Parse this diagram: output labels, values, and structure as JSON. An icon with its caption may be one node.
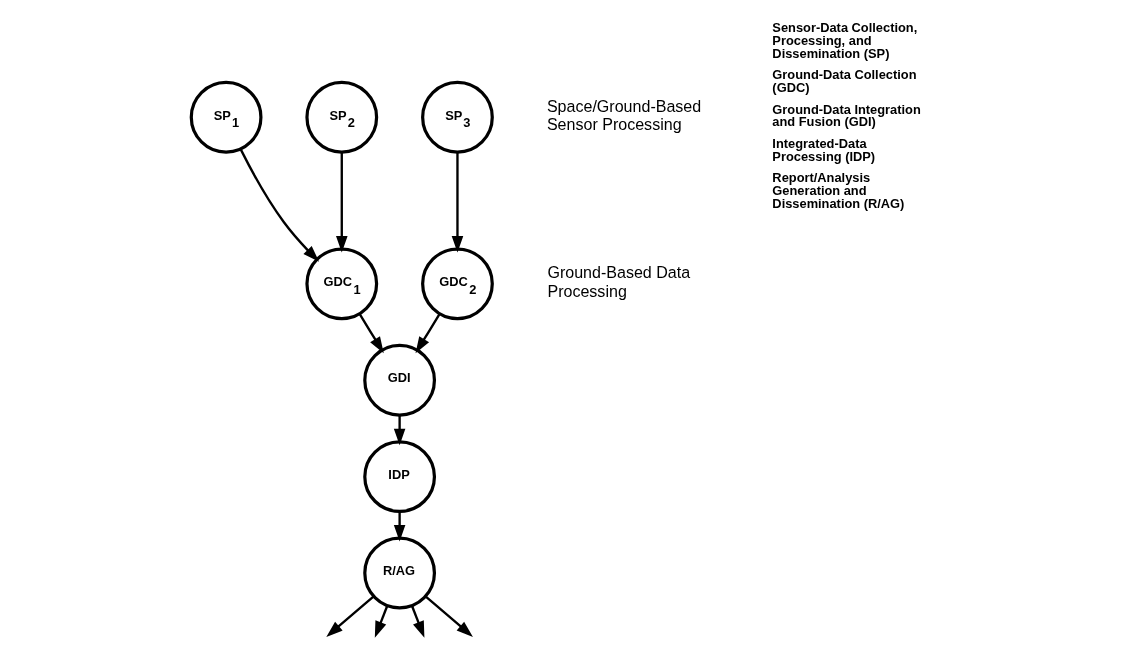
{
  "diagram": {
    "nodes": [
      {
        "text": [
          "SP$_{1}$"
        ]
      },
      {
        "text": [
          "SP$_{2}$"
        ]
      },
      {
        "text": [
          "SP$_{3}$"
        ]
      },
      {
        "text": [
          "GDC$_{1}$"
        ]
      },
      {
        "text": [
          "GDC$_{2}$"
        ]
      },
      {
        "text": [
          "GDI"
        ]
      },
      {
        "text": [
          "IDP"
        ]
      },
      {
        "text": [
          "R/AG"
        ]
      }
    ],
    "edges": [
      {
        "from": 0,
        "to": 3,
        "arrow": "to"
      },
      {
        "from": 1,
        "to": 3,
        "arrow": "to"
      },
      {
        "from": 2,
        "to": 4,
        "arrow": "to"
      },
      {
        "from": 3,
        "to": 5,
        "arrow": "to"
      },
      {
        "from": 4,
        "to": 5,
        "arrow": "to"
      },
      {
        "from": 5,
        "to": 6,
        "arrow": "to"
      },
      {
        "from": 6,
        "to": 7,
        "arrow": "to"
      },
      {
        "from": 7,
        "to": null,
        "arrow": "to"
      },
      {
        "from": 7,
        "to": null,
        "arrow": "to"
      },
      {
        "from": 7,
        "to": null,
        "arrow": "to"
      },
      {
        "from": 7,
        "to": null,
        "arrow": "to"
      }
    ],
    "labels": [
      "Space/Ground-Based Sensor Processing",
      "Ground-Based Data Processing",
      "Sensor-Data Collection, Processing, and Dissemination (SP)",
      "Ground-Data Collection (GDC)",
      "Ground-Data Integration and Fusion (GDI)",
      "Integrated-Data Processing (IDP)",
      "Report/Analysis Generation and Dissemination (R/AG)"
    ]
  }
}
